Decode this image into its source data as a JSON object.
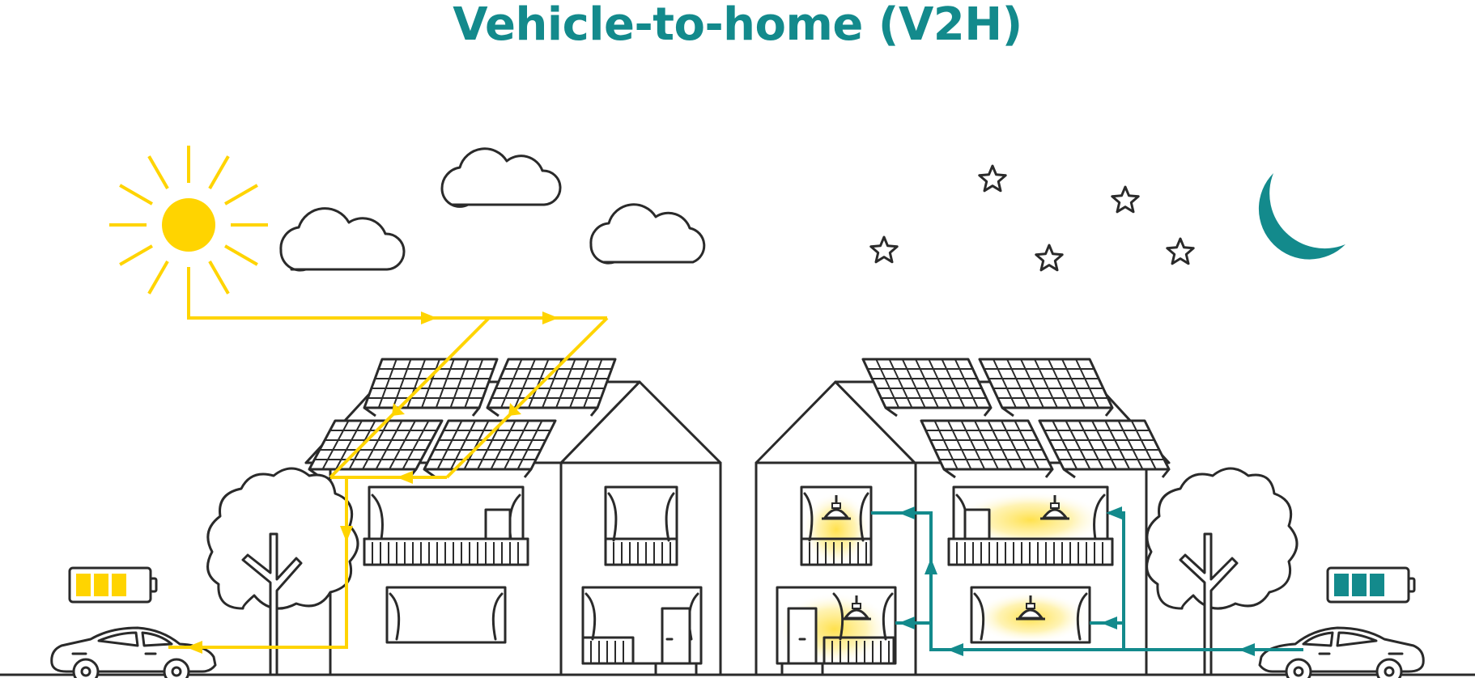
{
  "title": "Vehicle-to-home (V2H)",
  "colors": {
    "title": "#138a8c",
    "solar_yellow": "#ffd400",
    "teal": "#138a8c",
    "outline": "#2a2a2a",
    "glow": "#ffe680"
  },
  "icons": [
    "sun-icon",
    "cloud-icon",
    "star-icon",
    "moon-icon",
    "solar-panel-icon",
    "house-icon",
    "tree-icon",
    "car-icon",
    "battery-icon",
    "ceiling-lamp-icon"
  ],
  "left_battery_charge": 0.75,
  "right_battery_charge": 0.75
}
